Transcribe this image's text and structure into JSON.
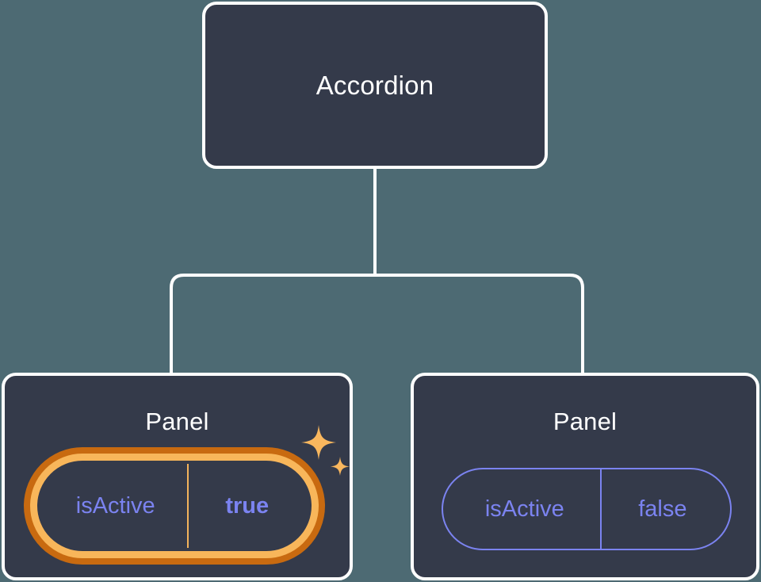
{
  "diagram": {
    "type": "component-tree",
    "background_color": "#4d6a73",
    "node_fill_color": "#343a4a",
    "node_border_color": "#ffffff",
    "edge_color": "#ffffff",
    "accent_color": "#f8b65a",
    "accent_outer_color": "#c86a10",
    "prop_text_color": "#7b83f0",
    "root": {
      "title": "Accordion"
    },
    "children": [
      {
        "title": "Panel",
        "highlighted": true,
        "prop": {
          "key": "isActive",
          "value": "true"
        },
        "sparkle_color": "#f9b75e"
      },
      {
        "title": "Panel",
        "highlighted": false,
        "prop": {
          "key": "isActive",
          "value": "false"
        }
      }
    ]
  }
}
